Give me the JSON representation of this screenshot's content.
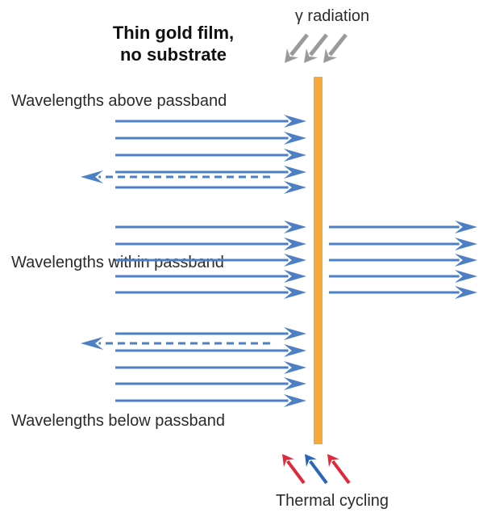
{
  "title_lines": [
    "Thin gold film,",
    "no substrate"
  ],
  "labels": {
    "gamma": "γ radiation",
    "thermal": "Thermal cycling",
    "above": "Wavelengths above passband",
    "within": "Wavelengths within passband",
    "below": "Wavelengths below passband"
  },
  "colors": {
    "film": "#f5a93a",
    "beam": "#4d7fc4",
    "gamma_arrows": "#9a9a9a",
    "thermal_red": "#e0283a",
    "thermal_blue": "#2a66b8"
  },
  "icons": {
    "incident_beam": "arrow-right",
    "reflected_beam": "dashed-arrow-left",
    "transmitted_beam": "arrow-right",
    "gamma": "diagonal-arrow-down-left",
    "thermal": "diagonal-arrow-up-left"
  },
  "groups": {
    "above": {
      "incident": 5,
      "reflected": 1,
      "transmitted": 0
    },
    "within": {
      "incident": 5,
      "reflected": 0,
      "transmitted": 5
    },
    "below": {
      "incident": 5,
      "reflected": 1,
      "transmitted": 0
    }
  }
}
